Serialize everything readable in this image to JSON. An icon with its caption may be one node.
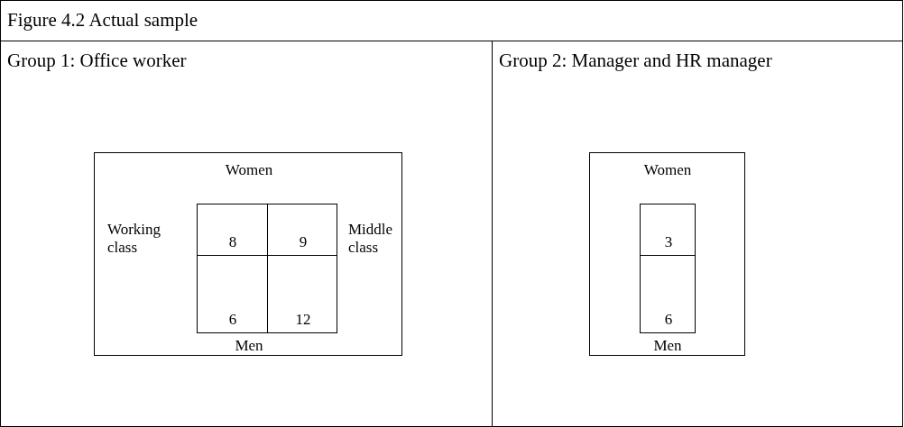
{
  "diagram": {
    "title": "Figure 4.2 Actual sample",
    "nodes": [
      {
        "text": [
          "Group 1: Office worker"
        ]
      },
      {
        "text": [
          "Women",
          "Working class",
          "Middle class",
          "Men"
        ],
        "in": 0
      },
      {
        "text": [
          "8"
        ],
        "in": 1
      },
      {
        "text": [
          "9"
        ],
        "in": 1
      },
      {
        "text": [
          "6"
        ],
        "in": 1
      },
      {
        "text": [
          "12"
        ],
        "in": 1
      },
      {
        "text": [
          "Group 2: Manager and HR manager"
        ]
      },
      {
        "text": [
          "Women",
          "Men"
        ],
        "in": 6
      },
      {
        "text": [
          "3"
        ],
        "in": 7
      },
      {
        "text": [
          "6"
        ],
        "in": 7
      }
    ]
  }
}
